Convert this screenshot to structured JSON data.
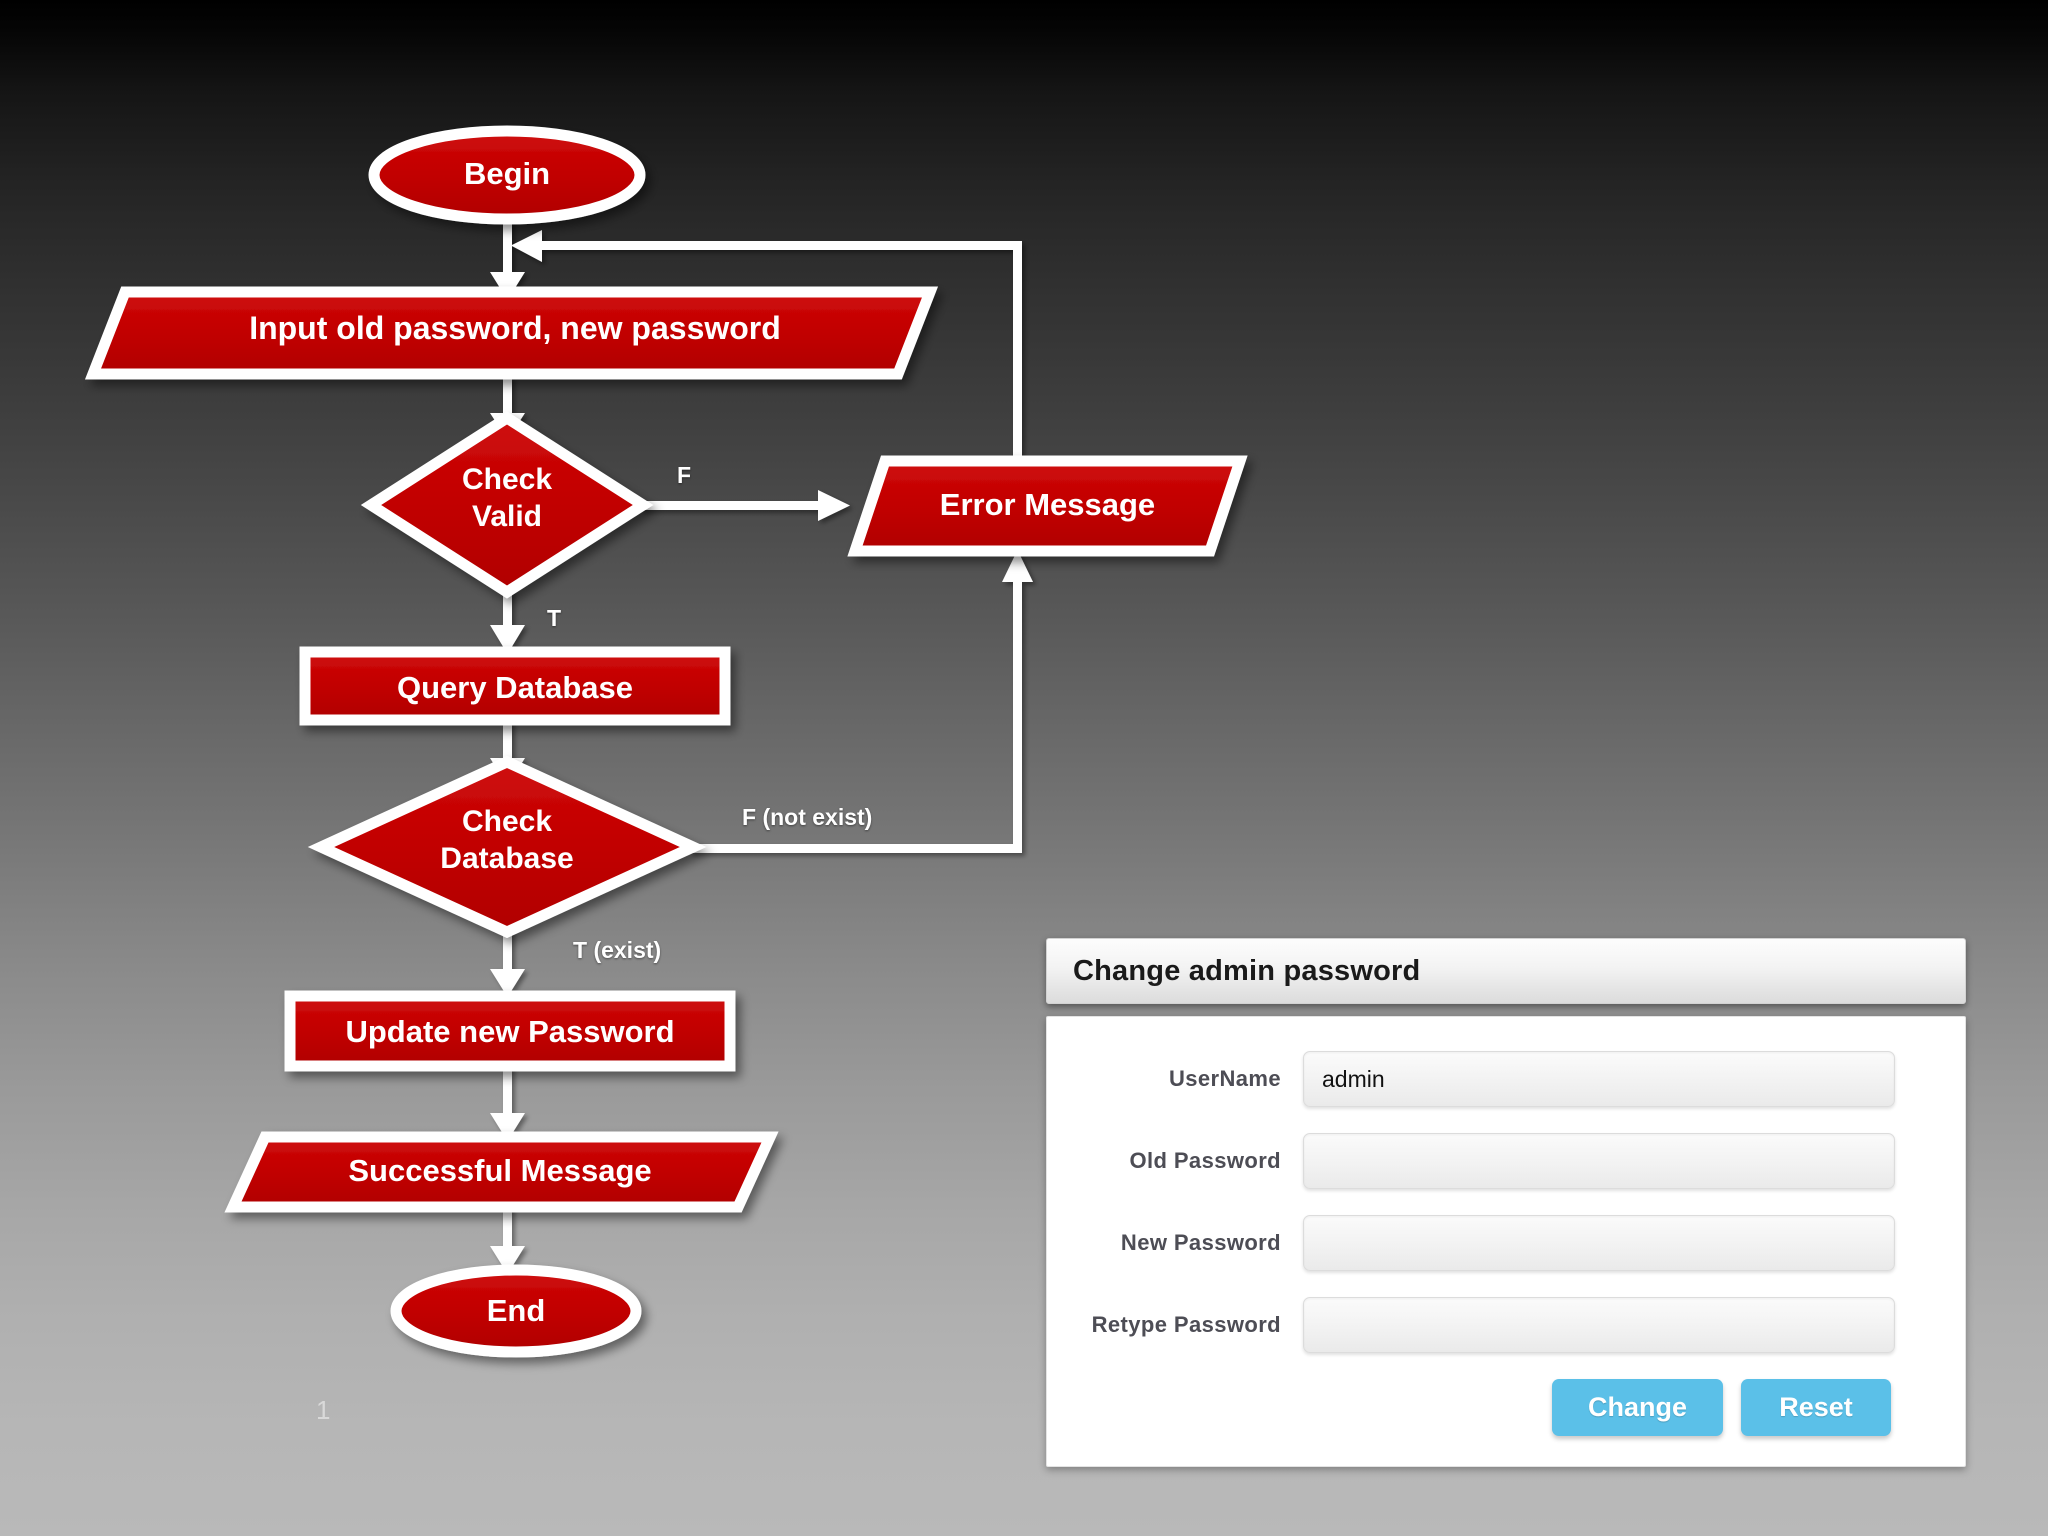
{
  "slide": {
    "page_number": "1"
  },
  "flowchart": {
    "nodes": [
      {
        "id": "begin",
        "label": "Begin",
        "shape": "ellipse"
      },
      {
        "id": "input",
        "label": "Input old password, new password",
        "shape": "parallelogram"
      },
      {
        "id": "valid",
        "label": "Check\nValid",
        "shape": "diamond"
      },
      {
        "id": "error",
        "label": "Error Message",
        "shape": "parallelogram"
      },
      {
        "id": "query",
        "label": "Query Database",
        "shape": "rectangle"
      },
      {
        "id": "db",
        "label": "Check\nDatabase",
        "shape": "diamond"
      },
      {
        "id": "update",
        "label": "Update new Password",
        "shape": "rectangle"
      },
      {
        "id": "success",
        "label": "Successful Message",
        "shape": "parallelogram"
      },
      {
        "id": "end",
        "label": "End",
        "shape": "ellipse"
      }
    ],
    "edge_labels": {
      "valid_false": "F",
      "valid_true": "T",
      "db_false": "F (not exist)",
      "db_true": "T (exist)"
    },
    "colors": {
      "node_fill": "#C00000",
      "node_border": "#FFFFFF",
      "connector": "#FFFFFF",
      "label_text": "#FFFFFF"
    }
  },
  "form": {
    "title": "Change admin password",
    "fields": [
      {
        "label": "UserName",
        "value": "admin",
        "placeholder": "",
        "type": "text"
      },
      {
        "label": "Old Password",
        "value": "",
        "placeholder": "",
        "type": "password"
      },
      {
        "label": "New Password",
        "value": "",
        "placeholder": "",
        "type": "password"
      },
      {
        "label": "Retype Password",
        "value": "",
        "placeholder": "",
        "type": "password"
      }
    ],
    "buttons": [
      {
        "label": "Change",
        "color": "#5bc0e8"
      },
      {
        "label": "Reset",
        "color": "#5bc0e8"
      }
    ]
  }
}
